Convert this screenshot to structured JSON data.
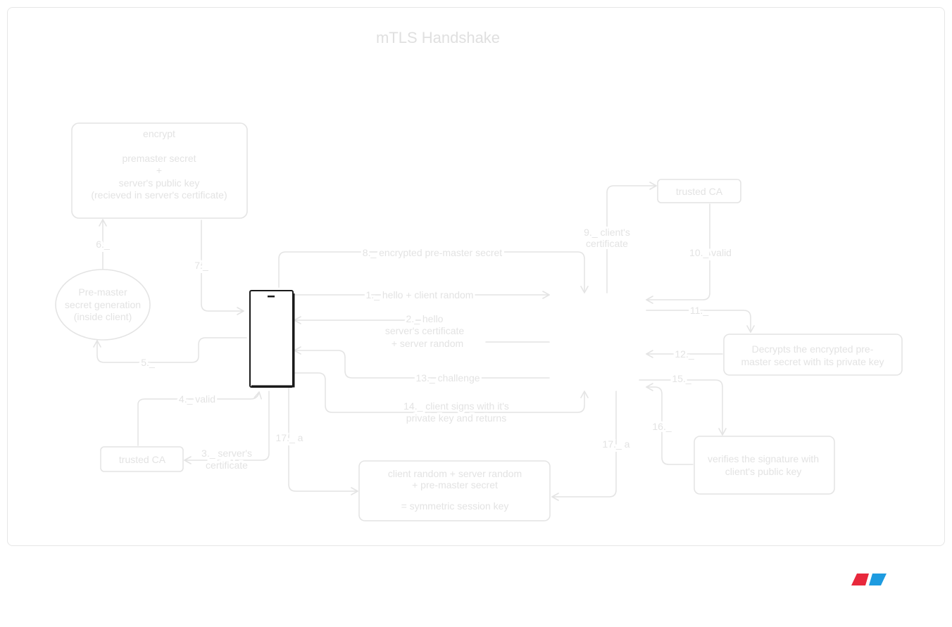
{
  "title": "mTLS Handshake",
  "nodes": {
    "encrypt_box": [
      "encrypt",
      "",
      "premaster secret",
      "+",
      "server's public key",
      "(recieved in server's certificate)"
    ],
    "premaster_gen": [
      "Pre-master",
      "secret generation",
      "(inside client)"
    ],
    "trusted_ca_left": [
      "trusted CA"
    ],
    "trusted_ca_right": [
      "trusted CA"
    ],
    "decrypt_box": [
      "Decrypts the encrypted pre-",
      "master secret with its private key"
    ],
    "verify_box": [
      "verifies the signature with",
      "client's public key"
    ],
    "session_key_box": [
      "client random + server random",
      "+ pre-master secret",
      "",
      "= symmetric session key"
    ]
  },
  "edges": {
    "e1": [
      "1._ hello + client random"
    ],
    "e2": [
      "2._ hello",
      "server's certificate",
      "+ server random"
    ],
    "e3": [
      "3._ server's",
      "certificate"
    ],
    "e4": [
      "4._ valid"
    ],
    "e5": [
      "5._"
    ],
    "e6": [
      "6._"
    ],
    "e7": [
      "7._"
    ],
    "e8": [
      "8._ encrypted pre-master secret"
    ],
    "e9": [
      "9._ client's",
      "certificate"
    ],
    "e10": [
      "10._ valid"
    ],
    "e11": [
      "11._"
    ],
    "e12": [
      "12._"
    ],
    "e13": [
      "13._ challenge"
    ],
    "e14": [
      "14._ client signs with it's",
      "private key and returns"
    ],
    "e15": [
      "15._"
    ],
    "e16": [
      "16._"
    ],
    "e17a_left": [
      "17._ a"
    ],
    "e17a_right": [
      "17._ a"
    ]
  },
  "colors": {
    "faded_line": "#e4e4e4",
    "faded_text": "#e3e3e3",
    "device": "#1a1a1a",
    "logo_red": "#e8283c",
    "logo_blue": "#1e9be0"
  },
  "icons": {
    "client_device": "phone-icon",
    "logo": "brand-logo-icon"
  }
}
